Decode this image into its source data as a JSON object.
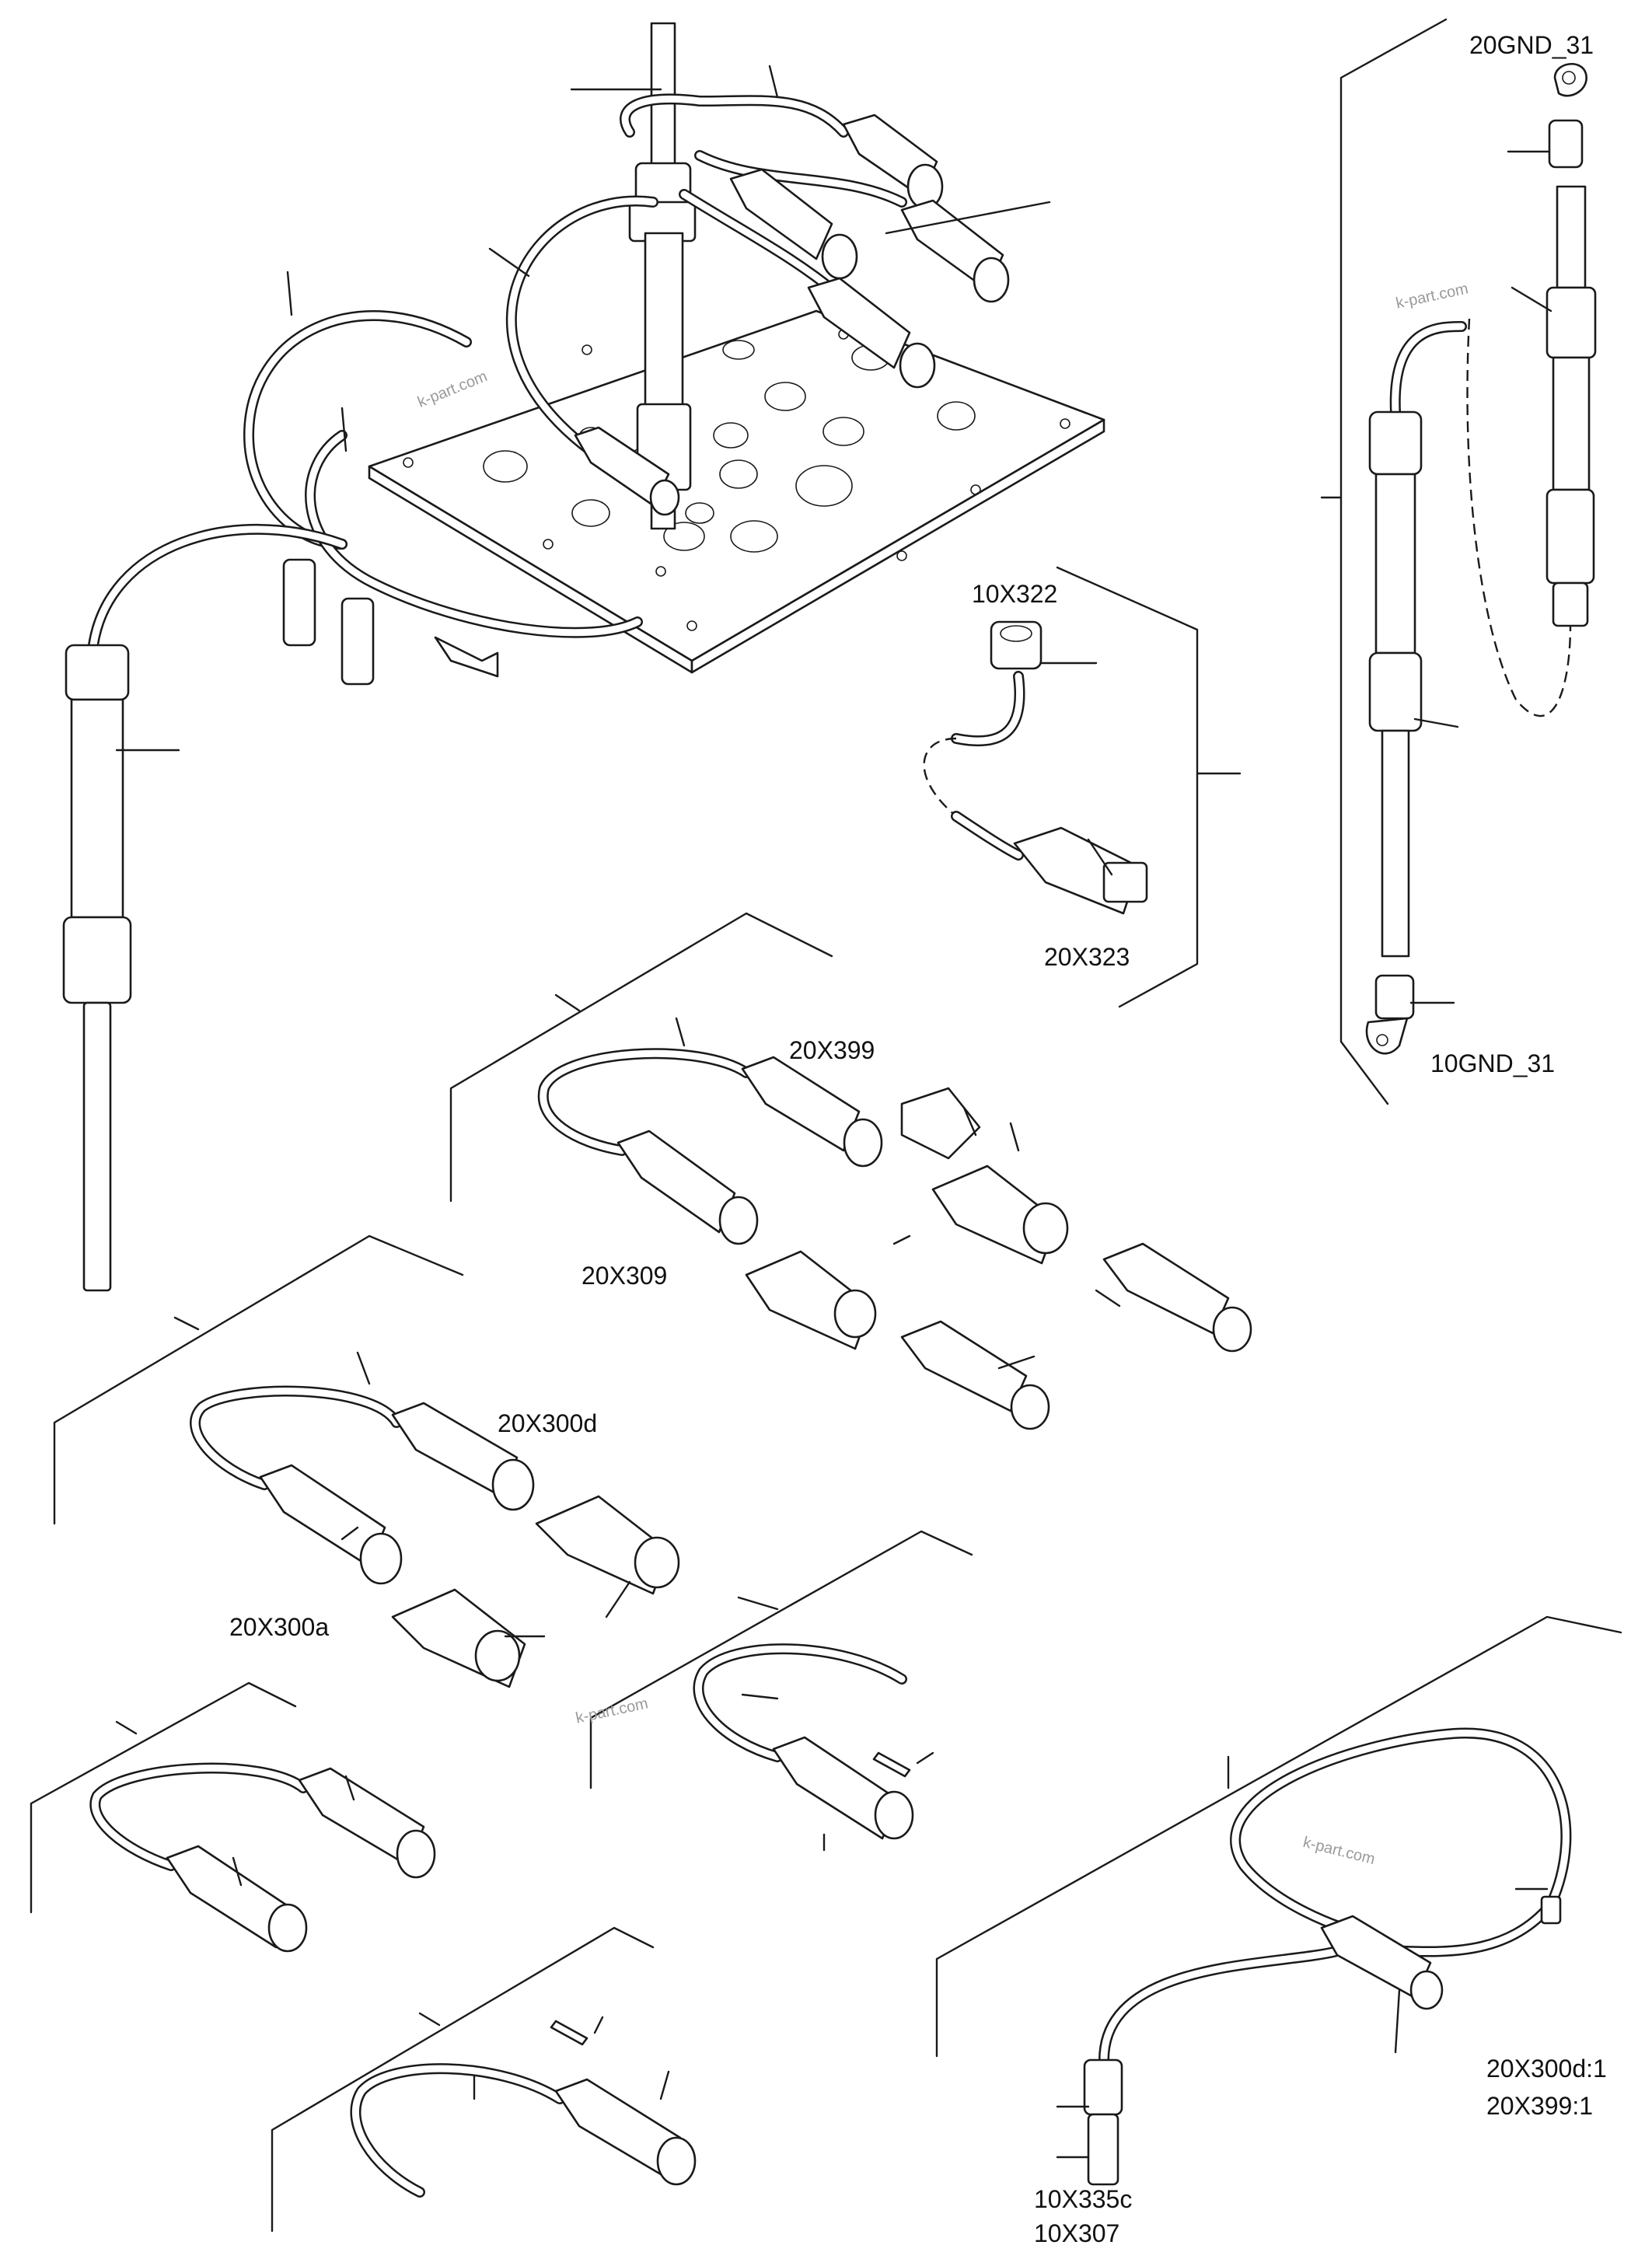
{
  "labels": {
    "gnd_top": "20GND_31",
    "gnd_bottom": "10GND_31",
    "x322": "10X322",
    "x323": "20X323",
    "x399": "20X399",
    "x309": "20X309",
    "x300d": "20X300d",
    "x300a": "20X300a",
    "x300d_1": "20X300d:1",
    "x399_1": "20X399:1",
    "x335c": "10X335c",
    "x307": "10X307"
  },
  "watermarks": {
    "wm1": "k-part.com",
    "wm2": "k-part.com",
    "wm3": "k-part.com",
    "wm4": "k-part.com"
  }
}
